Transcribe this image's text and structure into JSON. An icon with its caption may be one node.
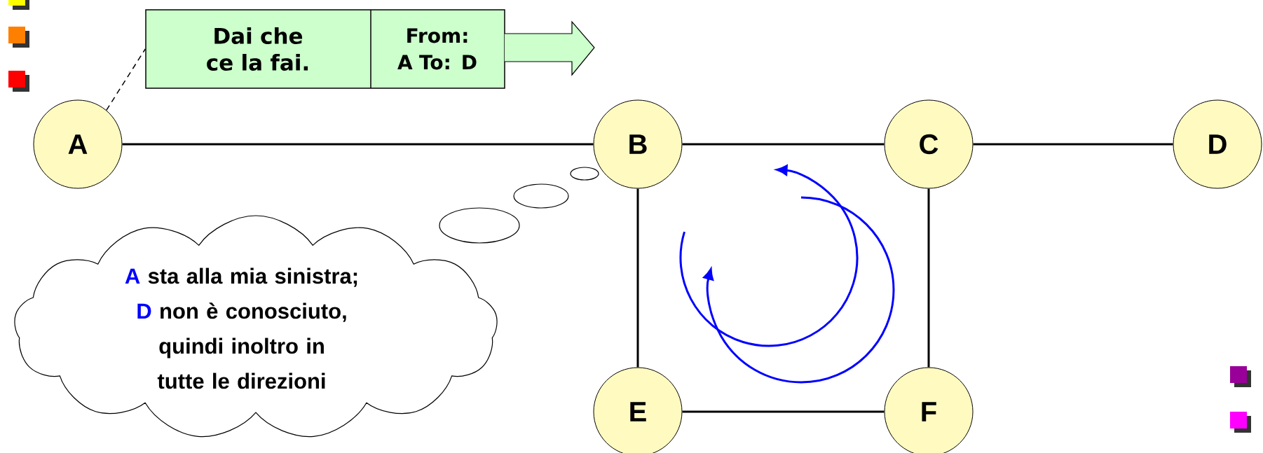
{
  "diagram": {
    "nodes": [
      {
        "text": [
          "Dai che ce la fai.",
          "From: A To: D"
        ]
      },
      {
        "text": [
          "A"
        ]
      },
      {
        "text": [
          "B"
        ]
      },
      {
        "text": [
          "C"
        ]
      },
      {
        "text": [
          "D"
        ]
      },
      {
        "text": [
          "A",
          "sta alla mia sinistra;",
          "D",
          "non è conosciuto, quindi inoltro in tutte le direzioni"
        ]
      },
      {
        "text": [
          "E"
        ]
      },
      {
        "text": [
          "F"
        ]
      }
    ],
    "edges": [
      {
        "from": 1,
        "to": 0,
        "arrow": "none",
        "style": "dashed"
      },
      {
        "from": 1,
        "to": 2,
        "arrow": "none"
      },
      {
        "from": 2,
        "to": 3,
        "arrow": "none"
      },
      {
        "from": 3,
        "to": 4,
        "arrow": "none"
      },
      {
        "from": 2,
        "to": 6,
        "arrow": "none"
      },
      {
        "from": 3,
        "to": 7,
        "arrow": "none"
      },
      {
        "from": 6,
        "to": 7,
        "arrow": "none"
      }
    ]
  }
}
